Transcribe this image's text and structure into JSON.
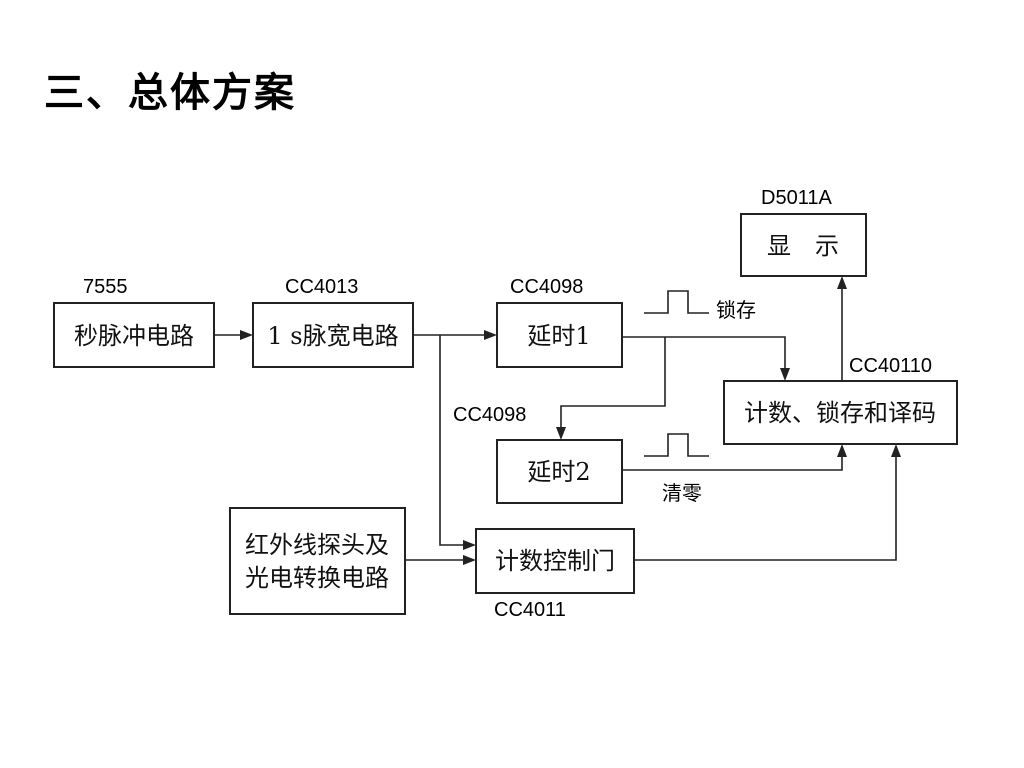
{
  "title": "三、总体方案",
  "blocks": {
    "pulse": "秒脉冲电路",
    "width": "1 s脉宽电路",
    "delay1": "延时1",
    "delay2": "延时2",
    "display": "显　示",
    "counter": "计数、锁存和译码",
    "gate": "计数控制门",
    "sensor_line1": "红外线探头及",
    "sensor_line2": "光电转换电路"
  },
  "chips": {
    "pulse": "7555",
    "width": "CC4013",
    "delay1": "CC4098",
    "delay2": "CC4098",
    "display": "D5011A",
    "counter": "CC40110",
    "gate": "CC4011"
  },
  "signals": {
    "latch": "锁存",
    "clear": "清零"
  }
}
